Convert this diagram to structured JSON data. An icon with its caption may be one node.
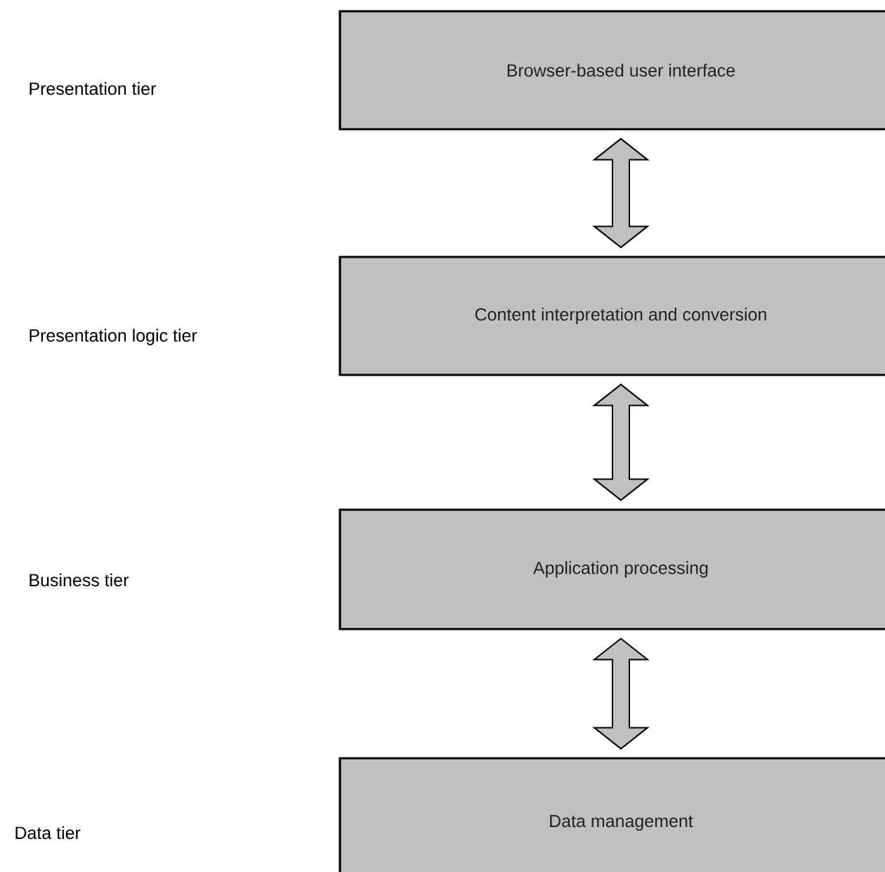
{
  "diagram": {
    "nodes": [
      {
        "text": [
          "Browser-based user interface"
        ]
      },
      {
        "text": [
          "Content interpretation and conversion"
        ]
      },
      {
        "text": [
          "Application processing"
        ]
      },
      {
        "text": [
          "Data management"
        ]
      }
    ],
    "edges": [
      {
        "from": 0,
        "to": 1,
        "arrow": "both"
      },
      {
        "from": 1,
        "to": 2,
        "arrow": "both"
      },
      {
        "from": 2,
        "to": 3,
        "arrow": "both"
      }
    ],
    "labels": [
      "Presentation tier",
      "Presentation logic tier",
      "Business tier",
      "Data tier"
    ]
  }
}
